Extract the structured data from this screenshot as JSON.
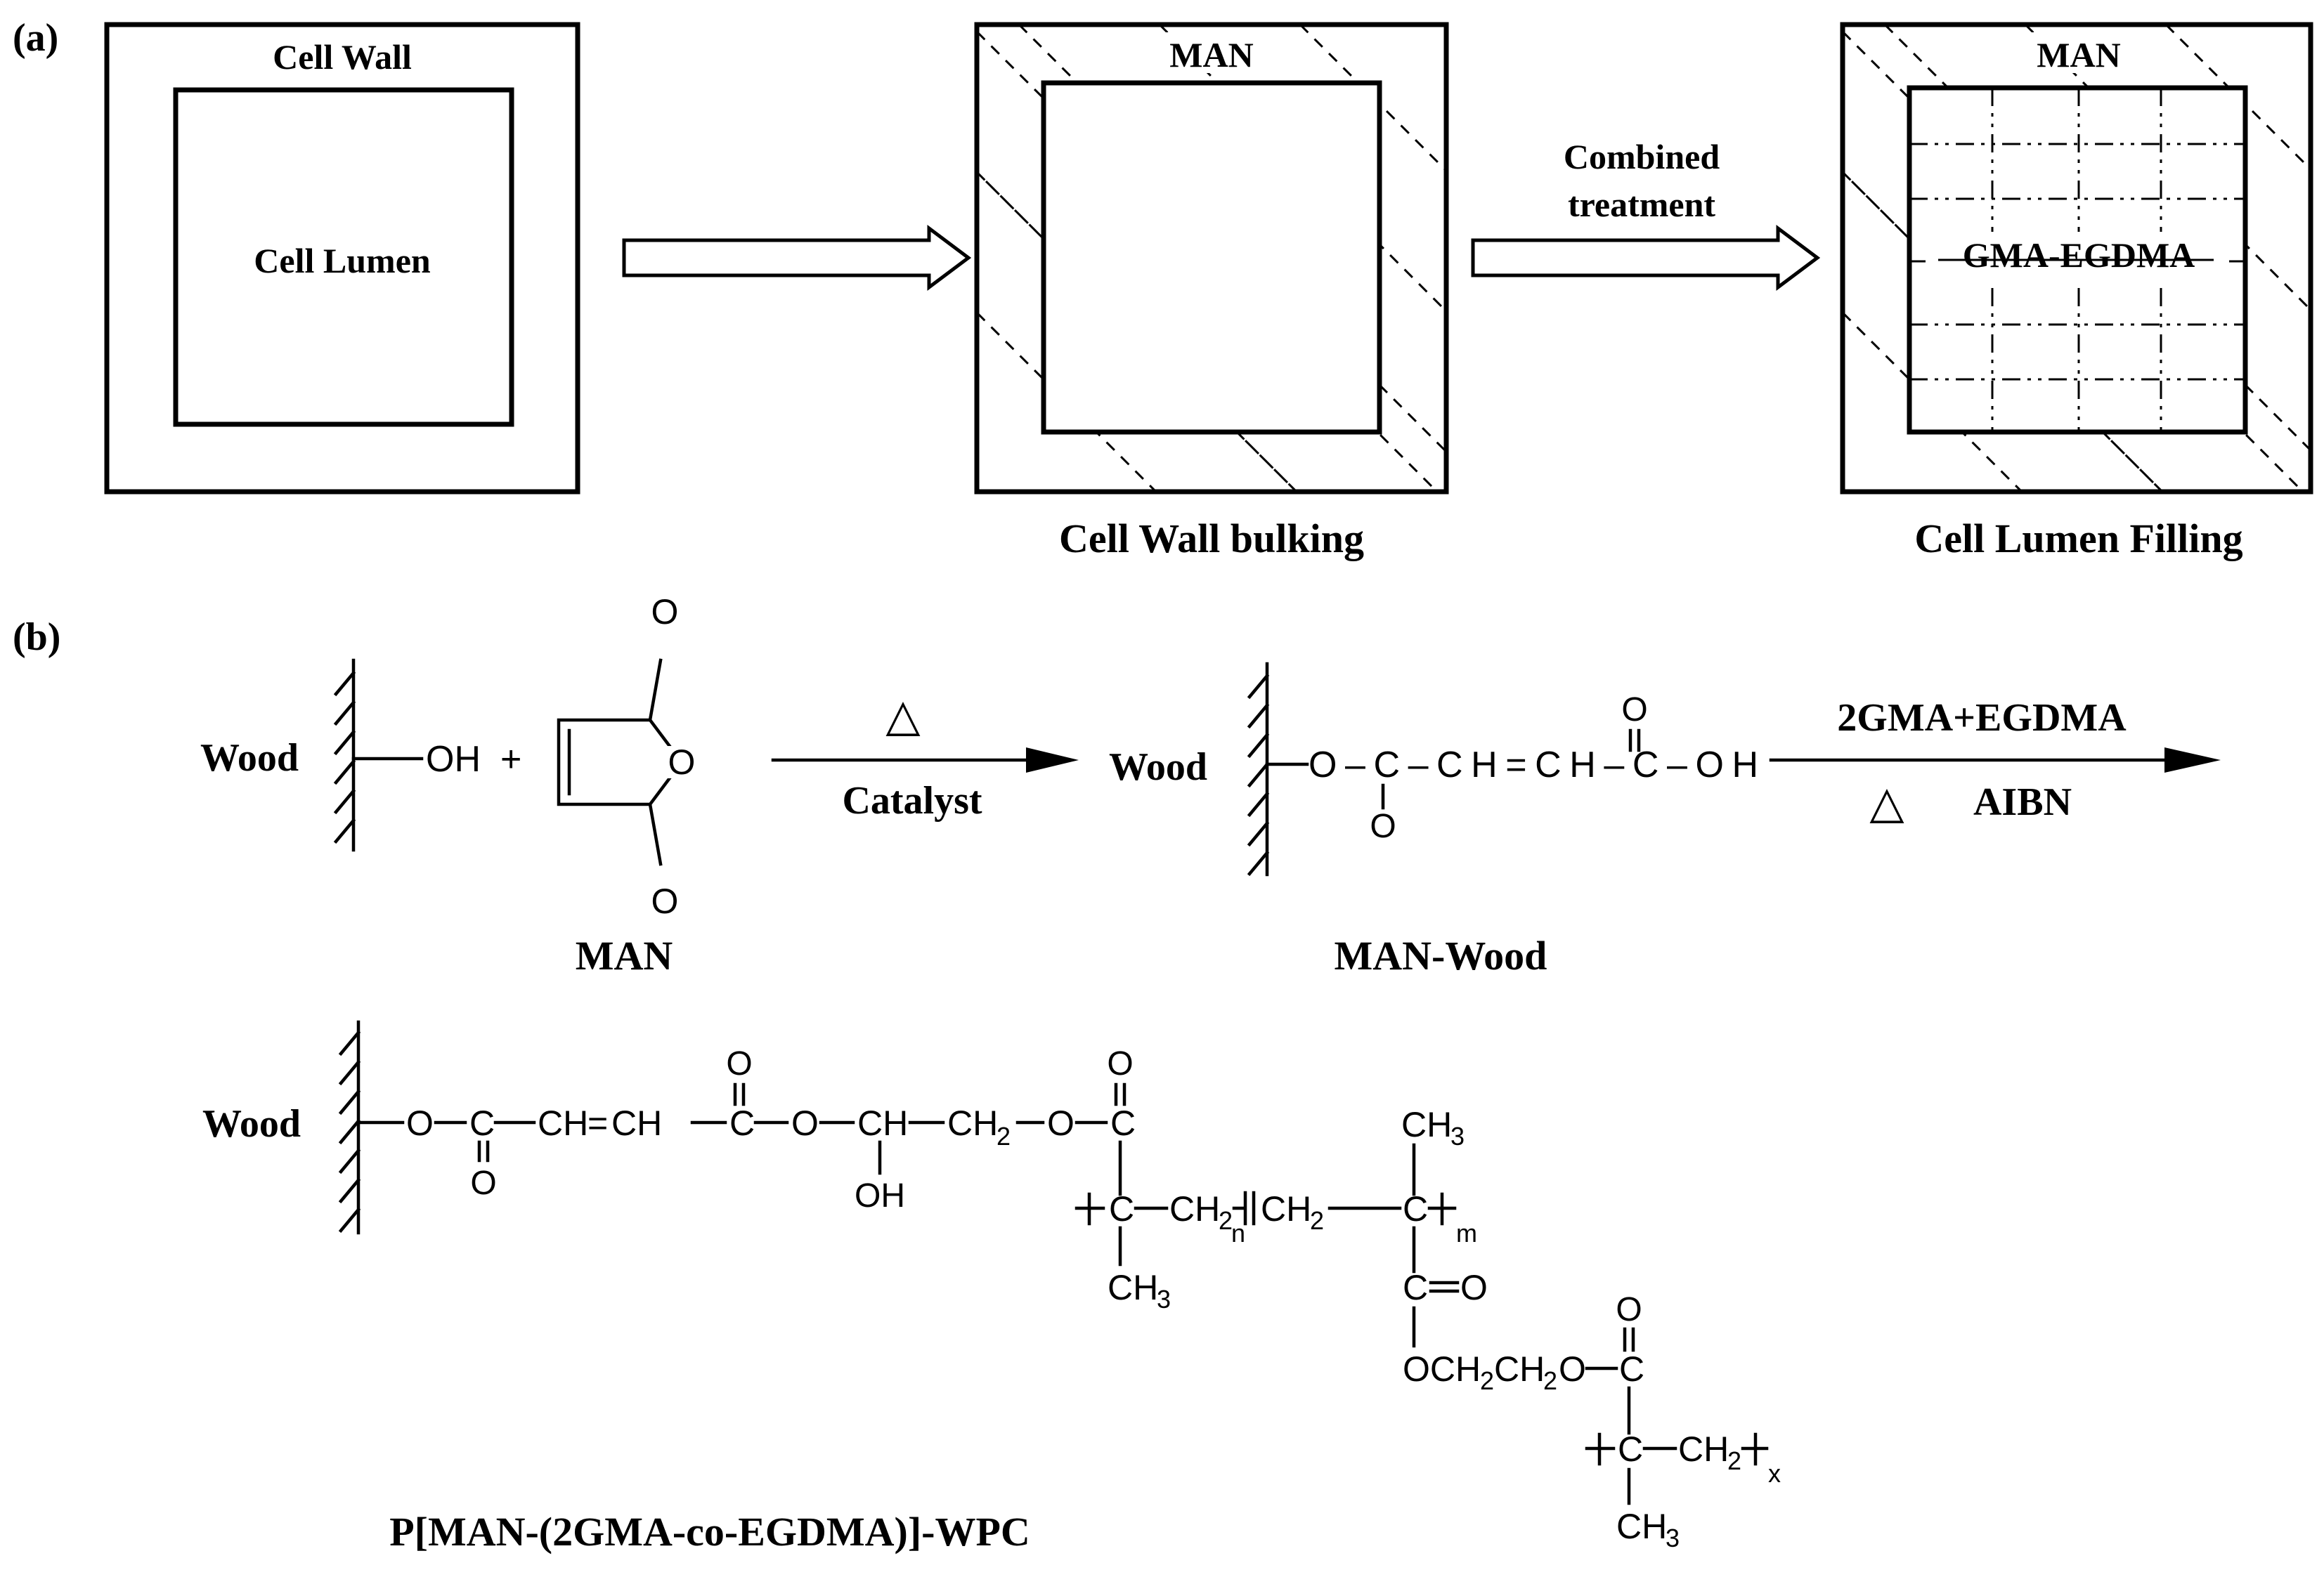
{
  "panel_a": {
    "label": "(a)",
    "box1": {
      "outer_label": "Cell Wall",
      "inner_label": "Cell Lumen"
    },
    "box2": {
      "wall_label": "MAN",
      "caption": "Cell Wall bulking"
    },
    "arrow2": {
      "line1": "Combined",
      "line2": "treatment"
    },
    "box3": {
      "wall_label": "MAN",
      "lumen_label": "GMA-EGDMA",
      "caption": "Cell Lumen Filling"
    }
  },
  "panel_b": {
    "label": "(b)",
    "reaction1": {
      "wood": "Wood",
      "oh": "OH",
      "plus": "+",
      "man_o_top": "O",
      "man_o_ring": "O",
      "man_o_bottom": "O",
      "man_name": "MAN",
      "arrow_above": "△",
      "arrow_below": "Catalyst"
    },
    "man_wood": {
      "wood": "Wood",
      "chain": "O–C–CH=CH–C–OH",
      "o_up": "O",
      "o_down": "O",
      "name": "MAN-Wood"
    },
    "reaction2": {
      "arrow_above": "2GMA+EGDMA",
      "arrow_below_left": "△",
      "arrow_below_right": "AIBN"
    },
    "product": {
      "wood": "Wood",
      "name": "P[MAN-(2GMA-co-EGDMA)]-WPC",
      "labels": {
        "o1": "O",
        "c1": "C",
        "ch_a": "CH",
        "dbl": "=",
        "ch_b": "CH",
        "c2": "C",
        "o2": "O",
        "ch3_link": "CH",
        "ch2_link": "CH",
        "sub2_a": "2",
        "o3": "O",
        "c3": "C",
        "o_c1_down": "O",
        "o_c2_up": "O",
        "oh": "OH",
        "o_c3_up": "O",
        "ch3_top": "CH",
        "sub3_top": "3",
        "c4": "C",
        "ch2_b": "CH",
        "sub2_b": "2",
        "n": "n",
        "ch2_c": "CH",
        "sub2_c": "2",
        "c5": "C",
        "m": "m",
        "ch3_bot": "CH",
        "sub3_bot": "3",
        "c6": "C",
        "o_c6": "O",
        "ester_o": "OCH",
        "sub2_d": "2",
        "ester_ch2": "CH",
        "sub2_e": "2",
        "ester_o2": "O",
        "c7": "C",
        "o_c7_up": "O",
        "c8": "C",
        "ch2_f": "CH",
        "sub2_f": "2",
        "x": "x",
        "ch3_last": "CH",
        "sub3_last": "3"
      }
    }
  }
}
